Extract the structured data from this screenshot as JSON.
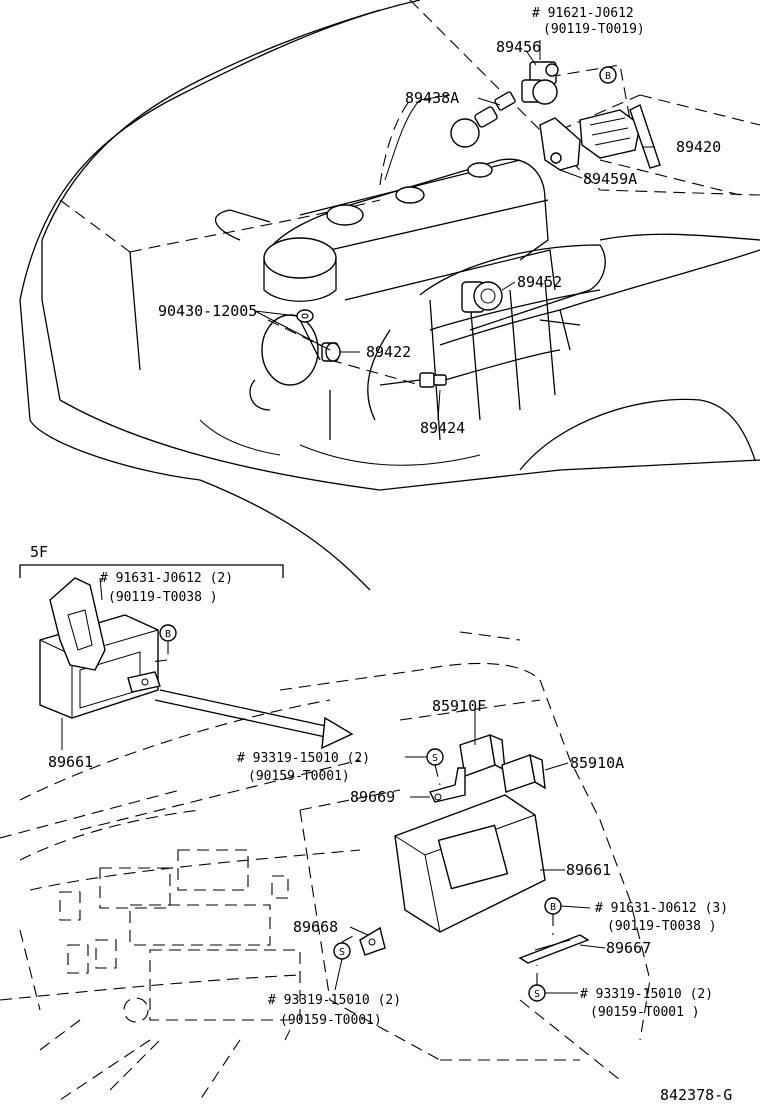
{
  "diagram": {
    "drawing_code": "842378-G",
    "inset_label": "5F",
    "engine_parts": {
      "p89456": "89456",
      "ref_91621_line1": "# 91621-J0612",
      "ref_91621_line2": "(90119-T0019)",
      "p89438A": "89438A",
      "p89420": "89420",
      "p89459A": "89459A",
      "p89452": "89452",
      "p90430": "90430-12005",
      "p89422": "89422",
      "p89424": "89424"
    },
    "inset_parts": {
      "ref_91631_line1": "# 91631-J0612 (2)",
      "ref_91631_line2": "(90119-T0038 )",
      "p89661": "89661"
    },
    "dash_parts": {
      "p85910F": "85910F",
      "p85910A": "85910A",
      "ref_93319_a_line1": "# 93319-15010 (2)",
      "ref_93319_a_line2": "(90159-T0001)",
      "p89669": "89669",
      "p89661": "89661",
      "ref_91631_b_line1": "# 91631-J0612 (3)",
      "ref_91631_b_line2": "(90119-T0038 )",
      "p89668": "89668",
      "p89667": "89667",
      "ref_93319_b_line1": "# 93319-15010 (2)",
      "ref_93319_b_line2": "(90159-T0001)",
      "ref_93319_c_line1": "# 93319-15010 (2)",
      "ref_93319_c_line2": "(90159-T0001 )"
    },
    "markers": {
      "bolt": "B",
      "screw": "S"
    }
  }
}
